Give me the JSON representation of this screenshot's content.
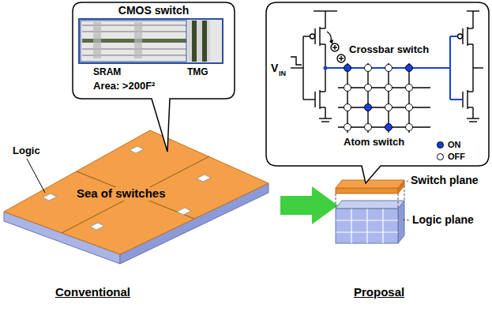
{
  "diagram": {
    "nodes": [
      {
        "text": [
          "CMOS switch",
          "SRAM",
          "TMG",
          "Area: >200F²"
        ]
      },
      {
        "text": [
          "Sea of switches"
        ]
      },
      {
        "text": [
          "Crossbar switch",
          "Atom switch"
        ]
      }
    ],
    "labels": [
      "Logic",
      "Conventional",
      "Switch plane",
      "Logic plane",
      "Proposal",
      "V",
      "IN"
    ],
    "legend": [
      {
        "text": "ON",
        "color": "#1a3fd8"
      },
      {
        "text": "OFF",
        "color": "#ffffff"
      }
    ]
  }
}
